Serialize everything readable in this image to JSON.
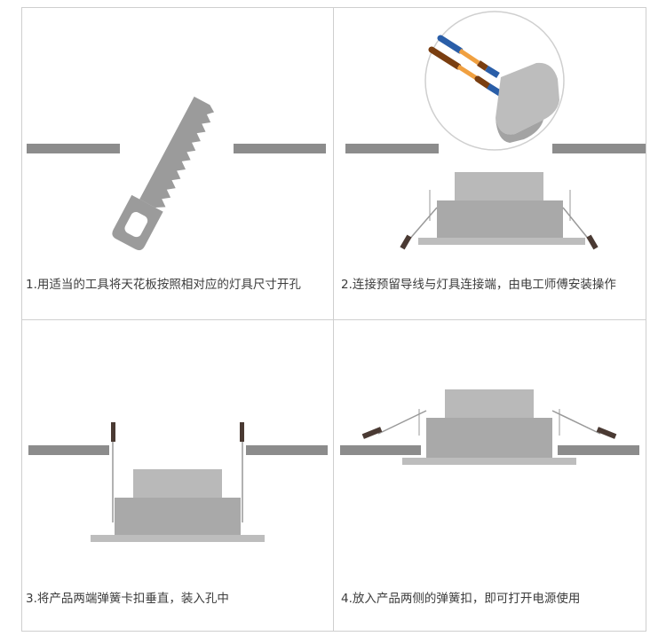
{
  "steps": [
    {
      "caption": "1.用适当的工具将天花板按照相对应的灯具尺寸开孔",
      "illustration": "saw-cutting-ceiling"
    },
    {
      "caption": "2.连接预留导线与灯具连接端，由电工师傅安装操作",
      "illustration": "wire-connection"
    },
    {
      "caption": "3.将产品两端弹簧卡扣垂直，装入孔中",
      "illustration": "springs-vertical-insert"
    },
    {
      "caption": "4.放入产品两侧的弹簧扣，即可打开电源使用",
      "illustration": "springs-released-installed"
    }
  ],
  "colors": {
    "ceiling": "#8c8c8c",
    "lamp_body": "#a9a9a9",
    "lamp_top": "#b9b9b9",
    "lamp_trim": "#bdbdbd",
    "spring_arm": "#999999",
    "spring_head": "#4a3a33",
    "wire_brown": "#7a3e10",
    "wire_orange": "#f0a040",
    "wire_blue": "#2a5ea8",
    "saw": "#9b9b9b"
  }
}
